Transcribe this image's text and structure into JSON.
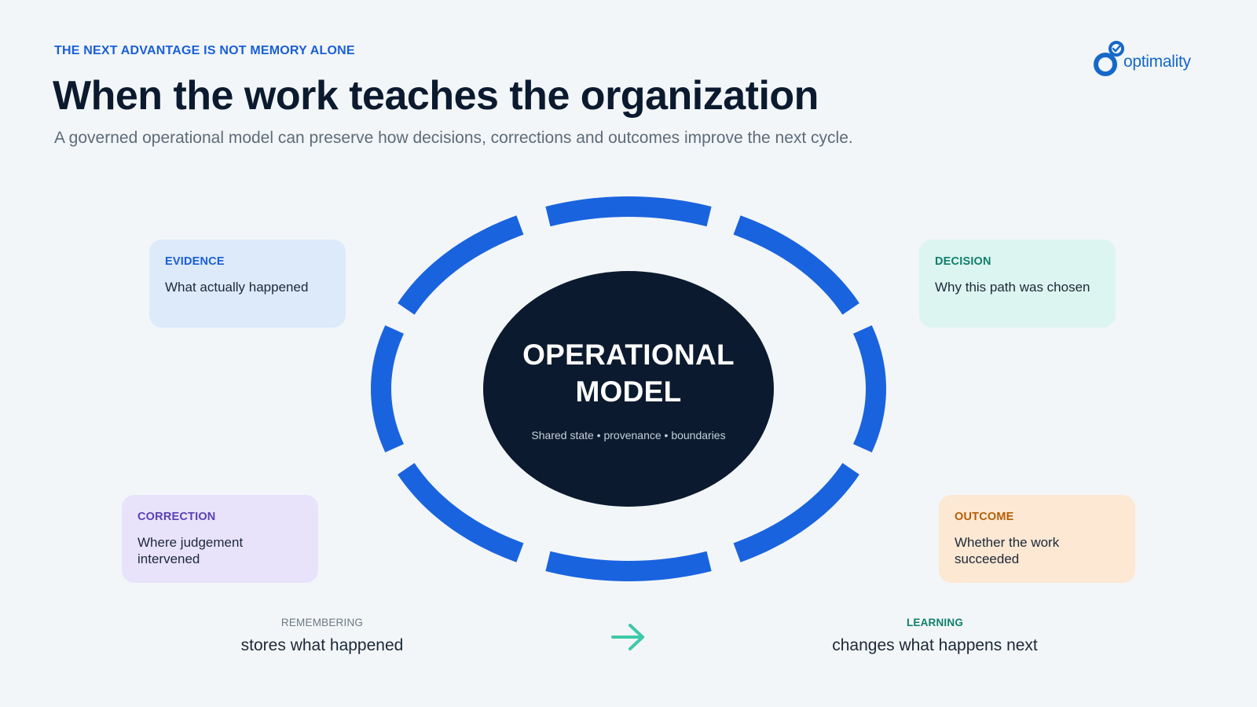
{
  "header": {
    "eyebrow": "THE NEXT ADVANTAGE IS NOT MEMORY ALONE",
    "title": "When the work teaches the organization",
    "subtitle": "A governed operational model can preserve how decisions, corrections and outcomes improve the next cycle."
  },
  "logo": {
    "text": "optimality",
    "color": "#1668c8"
  },
  "hub": {
    "title_line1": "OPERATIONAL",
    "title_line2": "MODEL",
    "subtitle": "Shared state • provenance • boundaries",
    "fill_color": "#0b1a2e",
    "ring_color": "#1a63de"
  },
  "cards": {
    "evidence": {
      "label": "EVIDENCE",
      "description": "What actually happened",
      "accent": "#1a5fd8"
    },
    "decision": {
      "label": "DECISION",
      "description": "Why this path was chosen",
      "accent": "#0f7f6c"
    },
    "correction": {
      "label": "CORRECTION",
      "description": "Where judgement intervened",
      "accent": "#5a41b8"
    },
    "outcome": {
      "label": "OUTCOME",
      "description": "Whether the work succeeded",
      "accent": "#b45e08"
    }
  },
  "footer": {
    "remembering": {
      "label": "REMEMBERING",
      "text": "stores what happened"
    },
    "learning": {
      "label": "LEARNING",
      "text": "changes what happens next"
    },
    "arrow_icon": "arrow-right-icon",
    "arrow_color": "#3ec9a8"
  }
}
